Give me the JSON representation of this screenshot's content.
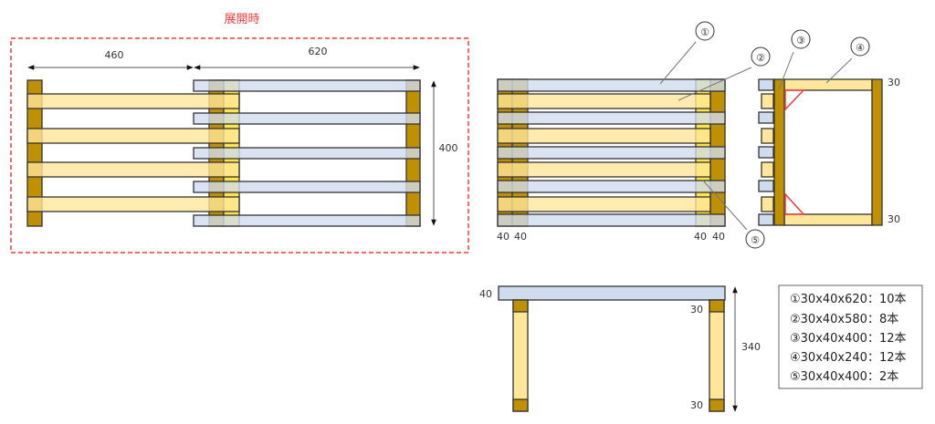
{
  "title": "展開時",
  "colors": {
    "blue": "#cfdcef",
    "yellow": "#ffe699",
    "brown": "#bf9000",
    "tan": "#b8ad87",
    "bright": "#ffe642",
    "green": "#d3db96",
    "red": "#f03c3c"
  },
  "expanded": {
    "dim_left": "460",
    "dim_right": "620",
    "dim_height": "400"
  },
  "top_view": {
    "dims": [
      "40",
      "40",
      "40",
      "40"
    ],
    "callouts": [
      "①",
      "②",
      "⑤"
    ]
  },
  "side_view": {
    "callouts": [
      "③",
      "④"
    ],
    "dim_top": "30",
    "dim_bottom": "30"
  },
  "front_view": {
    "dim_top": "40",
    "dim_cap_top": "30",
    "dim_cap_bottom": "30",
    "dim_height": "340"
  },
  "legend": [
    "①30x40x620：10本",
    "②30x40x580：8本",
    "③30x40x400：12本",
    "④30x40x240：12本",
    "⑤30x40x400：2本"
  ]
}
